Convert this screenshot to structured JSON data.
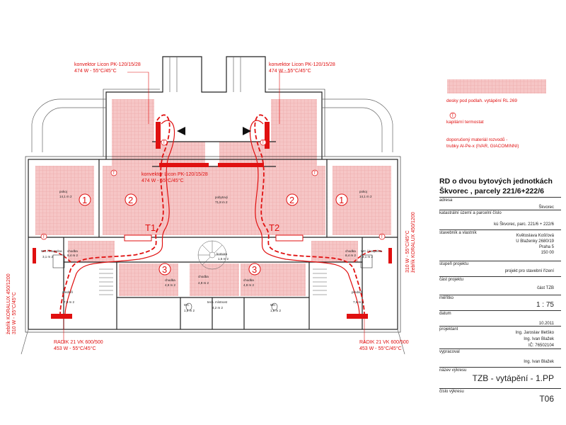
{
  "convectors": {
    "top_left": {
      "name": "konvektor Licon PK-120/15/28",
      "spec": "474 W -  55°C/45°C"
    },
    "top_right": {
      "name": "konvektor Licon PK-120/15/28",
      "spec": "474 W -  55°C/45°C"
    },
    "center": {
      "name": "konvektor Licon PK-120/15/28",
      "spec": "474 W -  55°C/45°C"
    }
  },
  "radiators": {
    "bottom_left": {
      "name": "RADIK 21 VK 600/500",
      "spec": "453 W -  55°C/45°C"
    },
    "bottom_right": {
      "name": "RADIK 21 VK 600/500",
      "spec": "453 W -  55°C/45°C"
    },
    "side_left": {
      "name": "žebřík KORALUX 450/1200",
      "spec": "310 W -  55°C/45°C"
    },
    "side_right": {
      "name": "žebřík KORALUX 450/1200",
      "spec": "310 W -  55°C/45°C"
    }
  },
  "circuits": {
    "c1": "1",
    "c2": "2",
    "c3": "3",
    "t1": "T1",
    "t2": "T2",
    "thermostat": "T"
  },
  "rooms": {
    "pokoj": "pokoj",
    "pokoj_area": "14,1 m 2",
    "pobytovy": "pobytový",
    "pobytovy_area": "71,8 m 2",
    "wc_koupelna": "WC / koupelna",
    "wc_area": "3,1 m 2",
    "chodba": "chodba",
    "chodba_area": "8,4 m 2",
    "predsin": "předsíň",
    "predsin_area": "7,8 m 2",
    "komora": "komora",
    "komora_area": "1,5 m 2",
    "chodba_mid": "chodba",
    "chodba_mid_area": "4,9 m 2",
    "wc": "WC",
    "wc_small_area": "1,8 m 2",
    "tech": "tech. místnost",
    "tech_area": "4,2 m 2"
  },
  "legend": {
    "floor_panels": "desky pod podlah. vytápění RL 269",
    "thermostat": "kapilární termostat",
    "material_line1": "doporučený materiál rozvodů -",
    "material_line2": "trubky Al-Pe-x (IVAR, GIACOMINNI)"
  },
  "title_block": {
    "project_line1": "RD o dvou bytových jednotkách",
    "project_line2": "Škvorec , parcely  221/6+222/6",
    "adresa_label": "adresa",
    "adresa_value": "Škvorec",
    "katastr_label": "katastrální území a parcelní číslo",
    "katastr_value": "kú Škvorec, parc. 221/6 + 222/6",
    "stavebnik_label": "stavebník a vlastník",
    "stavebnik_v1": "Květoslava Košťová",
    "stavebnik_v2": "U Blaženky 2680/19",
    "stavebnik_v3": "Praha 5",
    "stavebnik_v4": "150 00",
    "stupen_label": "stupeň projektu",
    "stupen_value": "projekt pro stavební řízení",
    "cast_label": "část projektu",
    "cast_value": "část TZB",
    "meritko_label": "měřítko",
    "meritko_value": "1 : 75",
    "datum_label": "datum",
    "datum_value": "10.2011",
    "projektant_label": "projektant",
    "projektant_v1": "Ing. Jaroslav Illetško",
    "projektant_v2": "Ing. Ivan Blažek",
    "projektant_v3": "IČ: 76502104",
    "vypracoval_label": "vypracoval",
    "vypracoval_value": "Ing. Ivan Blažek",
    "nazev_label": "název výkresu",
    "nazev_value": "TZB - vytápění - 1.PP",
    "cislo_label": "číslo výkresu",
    "cislo_value": "T06"
  },
  "colors": {
    "heating": "#e01010",
    "panel_fill": "#f6c6c6",
    "walls": "#222222"
  }
}
